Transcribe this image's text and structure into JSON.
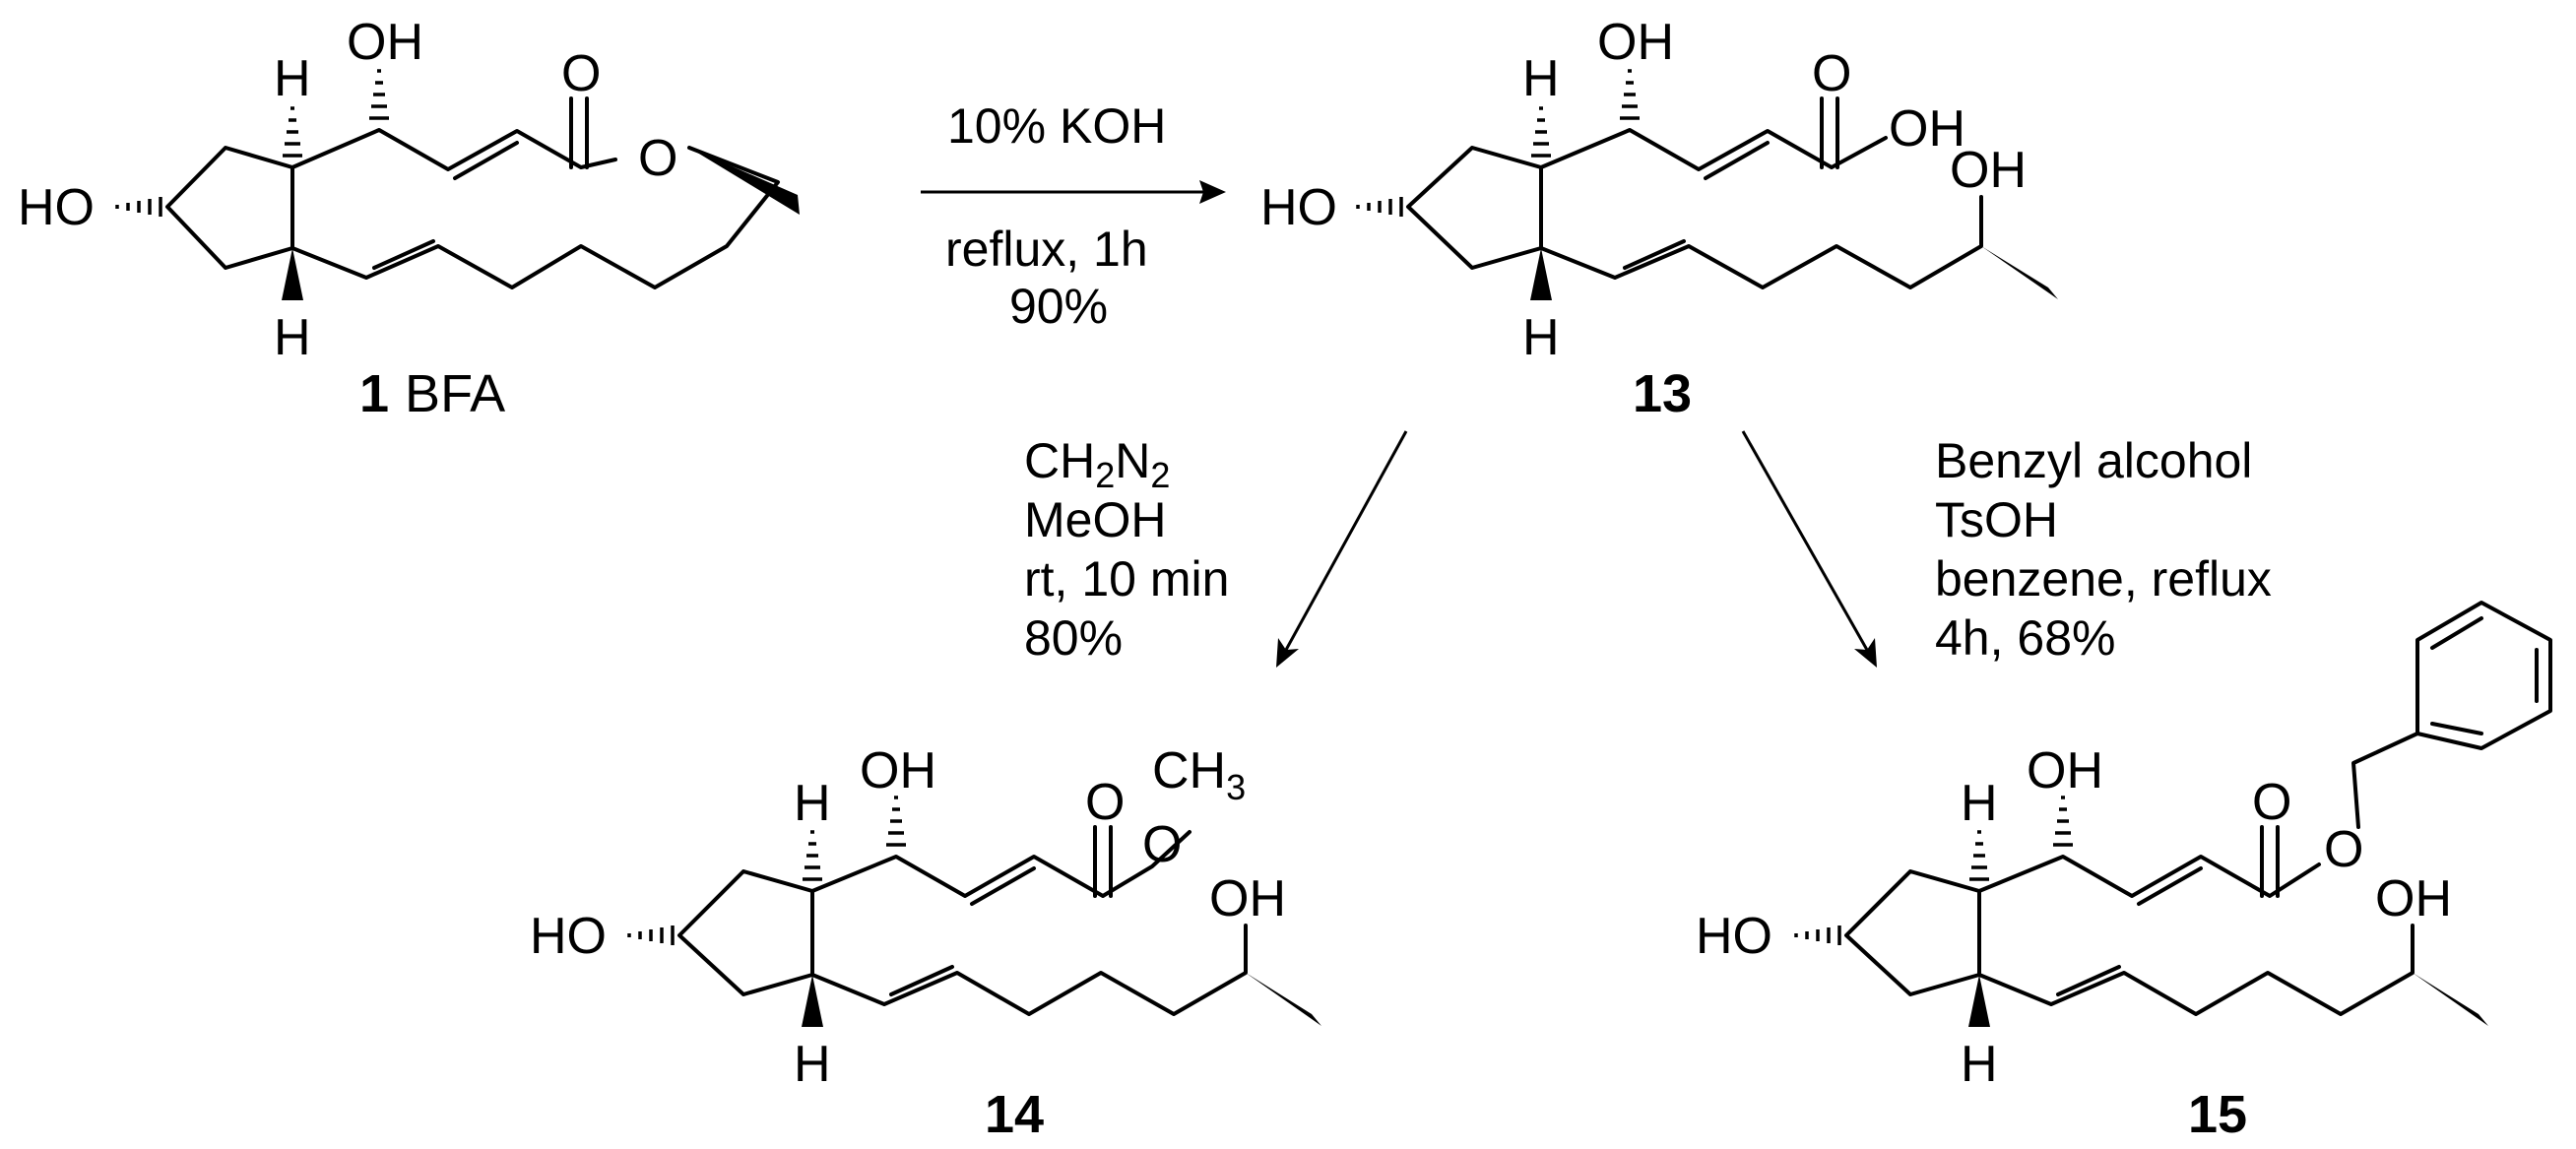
{
  "atoms": {
    "oh": "OH",
    "ho": "HO",
    "h": "H",
    "o": "O",
    "ch": "CH",
    "three": "3"
  },
  "compounds": {
    "bfa": {
      "number": "1",
      "name": "BFA"
    },
    "c13": {
      "number": "13"
    },
    "c14": {
      "number": "14"
    },
    "c15": {
      "number": "15"
    }
  },
  "reactions": {
    "r1": {
      "above": "10% KOH",
      "below1": "reflux, 1h",
      "below2": "90%"
    },
    "r2": {
      "reagent_pre": "CH",
      "reagent_sub1": "2",
      "reagent_mid": "N",
      "reagent_sub2": "2",
      "line2": "MeOH",
      "line3": "rt, 10 min",
      "line4": "80%"
    },
    "r3": {
      "line1": "Benzyl alcohol",
      "line2": "TsOH",
      "line3": "benzene, reflux",
      "line4": "4h, 68%"
    }
  }
}
